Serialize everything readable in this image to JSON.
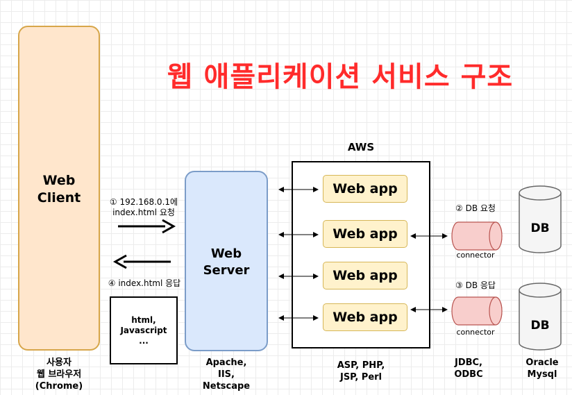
{
  "title": "웹 애플리케이션 서비스 구조",
  "client": {
    "label": "Web\nClient",
    "caption": "사용자\n웹 브라우저\n(Chrome)"
  },
  "request": {
    "label": "① 192.168.0.1에\nindex.html 요청"
  },
  "response": {
    "label": "④ index.html 응답",
    "content": "html,\nJavascript\n..."
  },
  "server": {
    "label": "Web\nServer",
    "caption": "Apache,\nIIS,\nNetscape"
  },
  "aws": {
    "label": "AWS",
    "apps": [
      "Web app",
      "Web app",
      "Web app",
      "Web app"
    ],
    "caption": "ASP,  PHP,\nJSP,  Perl"
  },
  "db_request": {
    "label": "② DB 요청"
  },
  "db_response": {
    "label": "③ DB 응답"
  },
  "connectors": [
    "connector",
    "connector"
  ],
  "drivers": {
    "caption": "JDBC,\nODBC"
  },
  "databases": {
    "labels": [
      "DB",
      "DB"
    ],
    "caption": "Oracle\nMysql"
  },
  "colors": {
    "title": "#ff2b2b",
    "client_fill": "#ffe6cc",
    "server_fill": "#dae8fc",
    "app_fill": "#fff2cc",
    "connector_fill": "#f8cecc",
    "db_fill": "#f5f5f5"
  }
}
